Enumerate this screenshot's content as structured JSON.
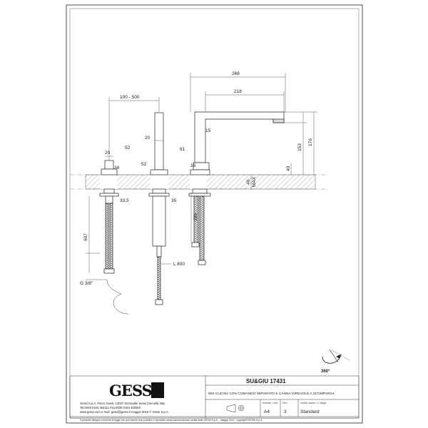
{
  "dimensions": {
    "top_total": "268",
    "spout_reach": "218",
    "tap_spacing": "100 - 500",
    "square_side": "52",
    "spout_width": "20",
    "mixer_width": "20",
    "mixer_square": "52",
    "wall": "15",
    "spout_lever": "81",
    "spout_small": "16",
    "height_176": "176",
    "height_153": "153",
    "height_40": "40",
    "max_thickness": "40",
    "max_label": "MAX",
    "handle_depth": "34",
    "hole_left": "33,5",
    "hole_mid": "35",
    "hose_length_left": "607",
    "spout_hose": "205",
    "hose_length": "L 800",
    "thread": "G 3/8\"",
    "rotation": "360°"
  },
  "title_block": {
    "brand": "GESSI",
    "company_line1": "Gessi S.p.A. Parco Gessi, 13037 Serravalle Sesia (Vercelli) Italy",
    "company_line2": "Tel.0039  0163  454111  Fax.0039  0163  459350",
    "company_line3": "www.gessi.com   e-mail: gessi@gessi.it   maggio 2010   © Gessi S.p.A.",
    "product": "SU&GIU  17431",
    "description": "MIX CUCINA CON COMANDO SEPARATO E CANNA GIREVOLE A SCOMPARSA",
    "format_label": "formato / size",
    "format": "A4",
    "rev_label": "Rev.",
    "rev": "3",
    "code_label": "codice stadio / C stage",
    "code": "Standard",
    "footer": "Il presente disegno a termine di legge non può essere reso pubblico o riprodotto senza l'autorizzazione scritta della GESSI S.p.A. - maggio 2010 - copyright©GESSI S.p.A."
  }
}
